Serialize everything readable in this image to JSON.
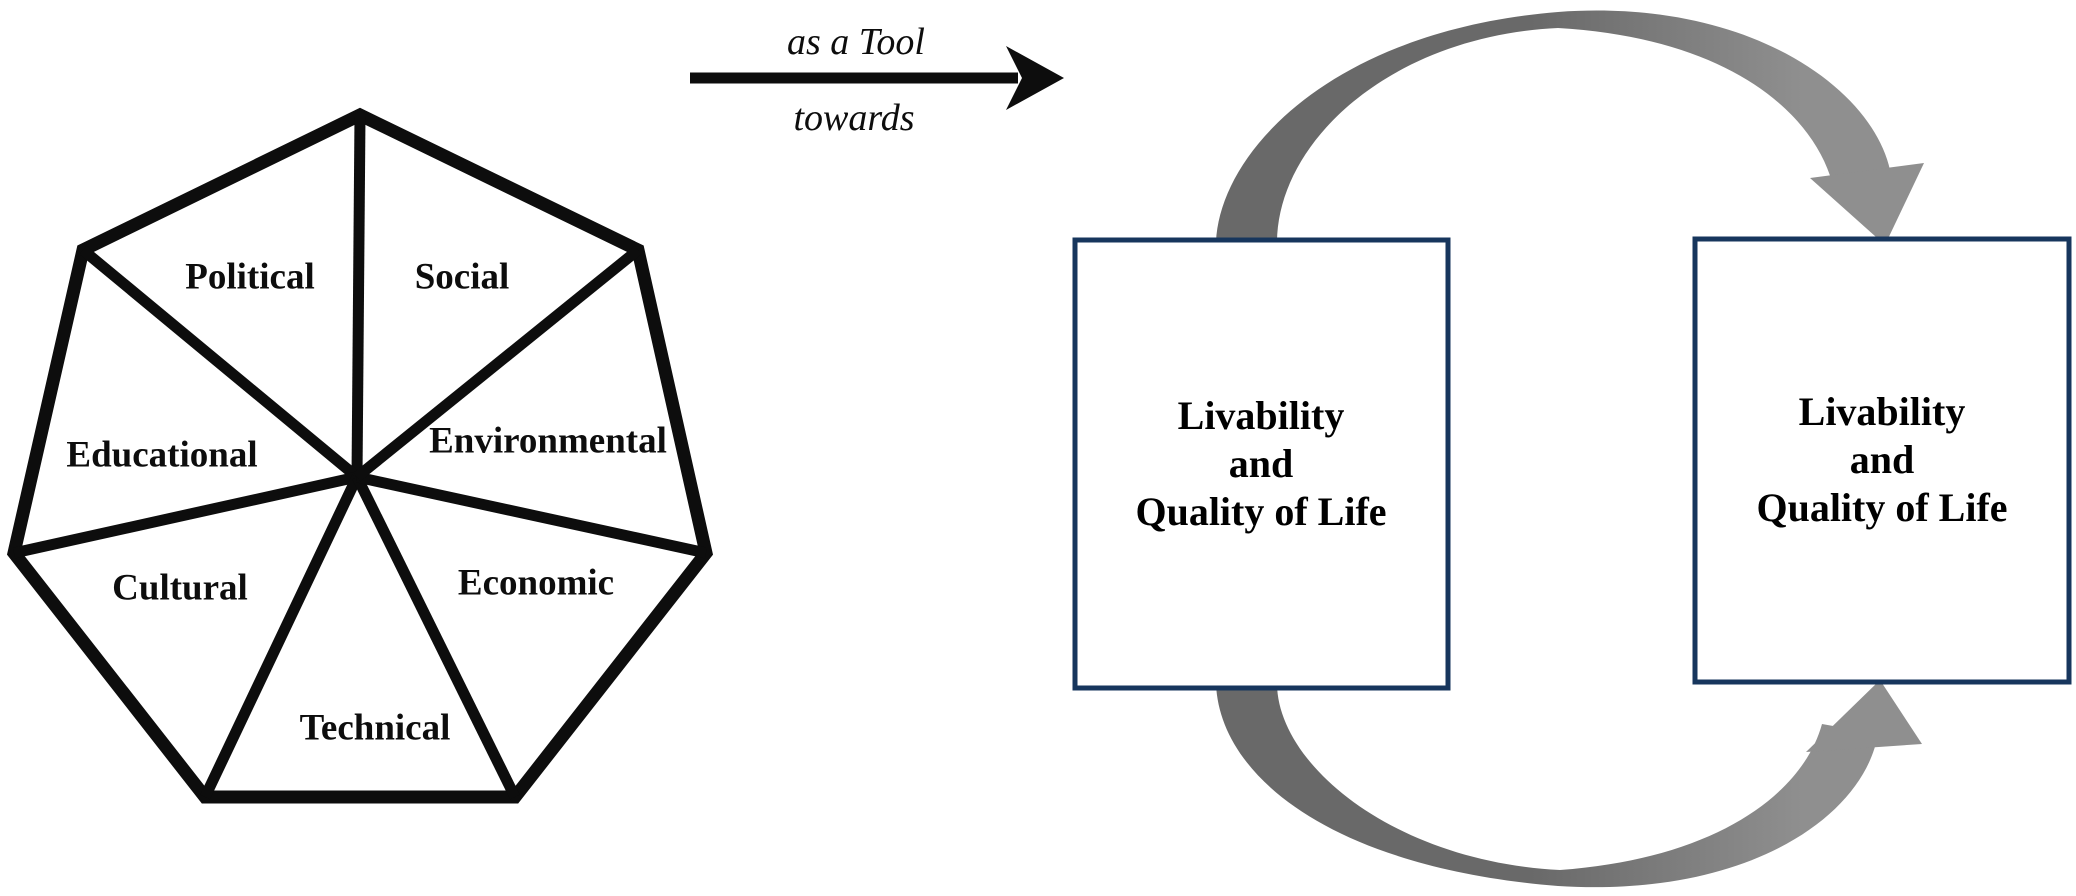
{
  "heptagon": {
    "labels": {
      "political": "Political",
      "social": "Social",
      "educational": "Educational",
      "environmental": "Environmental",
      "cultural": "Cultural",
      "economic": "Economic",
      "technical": "Technical"
    }
  },
  "flow_arrow": {
    "top_label": "as a Tool",
    "bottom_label": "towards"
  },
  "left_box": {
    "line1": "Livability",
    "line2": "and",
    "line3": "Quality of Life"
  },
  "right_box": {
    "line1": "Livability",
    "line2": "and",
    "line3": "Quality of Life"
  },
  "colors": {
    "background": "#ffffff",
    "line_black": "#0d0d0d",
    "box_border_navy": "#17365d",
    "box_fill": "#ffffff",
    "arc_dark_gray": "#696969",
    "arc_light_gray": "#8f8f8f"
  }
}
